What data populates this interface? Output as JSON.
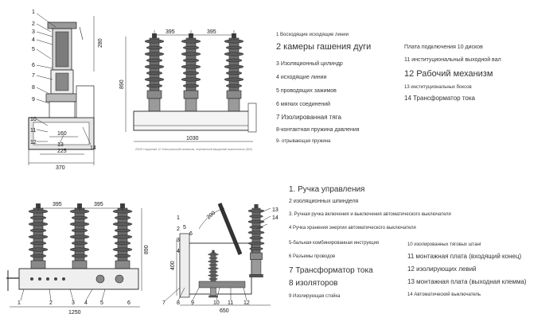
{
  "top": {
    "front_part_numbers": [
      "1",
      "2",
      "3",
      "4",
      "5",
      "6",
      "7",
      "8",
      "9",
      "10",
      "11",
      "12",
      "13",
      "14"
    ],
    "front_dims": {
      "width_inner": "160",
      "width_mid": "225",
      "width_outer": "370",
      "height_right": "280"
    },
    "side_dims": {
      "pitch_left": "395",
      "pitch_right": "395",
      "height": "890",
      "length": "1030"
    },
    "caption": "ZW32 Наружный 12 Электрический механизм, переменный вакуумный выключатель (500)",
    "legend_left": [
      {
        "text": "1 Восходящие исходящие линии",
        "size": "s6"
      },
      {
        "text": "2 камеры гашения дуги",
        "size": "s11"
      },
      {
        "text": "3 Изоляционный цилиндр",
        "size": "s7"
      },
      {
        "text": "4 исходящие линии",
        "size": "s7"
      },
      {
        "text": "5 проводящих зажимов",
        "size": "s7"
      },
      {
        "text": "6 мягких соединений",
        "size": "s7"
      },
      {
        "text": "7 Изолированная тяга",
        "size": "s8"
      },
      {
        "text": "8-контактная пружина давления",
        "size": "s7"
      },
      {
        "text": "9- отрывающая пружина",
        "size": "s6"
      }
    ],
    "legend_right": [
      {
        "text": "Плата подключения 10 дисков",
        "size": "s7"
      },
      {
        "text": "11 институциональный выходной вал",
        "size": "s7"
      },
      {
        "text": "12 Рабочий механизм",
        "size": "s11"
      },
      {
        "text": "13 институциональных боксов",
        "size": "s6"
      },
      {
        "text": "14 Трансформатор тока",
        "size": "s8"
      }
    ]
  },
  "bottom": {
    "front_part_numbers": [
      "1",
      "2",
      "3",
      "4",
      "5",
      "6"
    ],
    "front_dims": {
      "pitch_left": "395",
      "pitch_right": "395",
      "height": "890",
      "length": "1250"
    },
    "side_part_numbers": [
      "1",
      "2",
      "3",
      "4",
      "5",
      "6",
      "7",
      "8",
      "9",
      "10",
      "11",
      "12",
      "13",
      "14"
    ],
    "side_dims": {
      "angle": "200",
      "height": "400",
      "length": "650"
    },
    "legend_left": [
      {
        "text": "1. Ручка управления",
        "size": "s10"
      },
      {
        "text": "2 изоляционных шпинделя",
        "size": "s7"
      },
      {
        "text": "3. Ручная ручка включения и выключения автоматического выключателя",
        "size": "s6"
      },
      {
        "text": "4 Ручка хранения энергии автоматического выключателя",
        "size": "s6"
      },
      {
        "text": "5-бальная комбинированная инструкция",
        "size": "s6"
      },
      {
        "text": "6 Разъемы проводов",
        "size": "s6"
      },
      {
        "text": "7 Трансформатор тока",
        "size": "s10"
      },
      {
        "text": "8 изоляторов",
        "size": "s10"
      },
      {
        "text": "9 Изолирующая стойка",
        "size": "s6"
      }
    ],
    "legend_right": [
      {
        "text": "10 изолированных тяговых штанг",
        "size": "s6"
      },
      {
        "text": "11 монтажная плата (входящий конец)",
        "size": "s8"
      },
      {
        "text": "12 изолирующих левий",
        "size": "s8"
      },
      {
        "text": "13 монтажная плата (выходная клемма)",
        "size": "s8"
      },
      {
        "text": "14 Автоматический выключатель",
        "size": "s6"
      }
    ]
  }
}
